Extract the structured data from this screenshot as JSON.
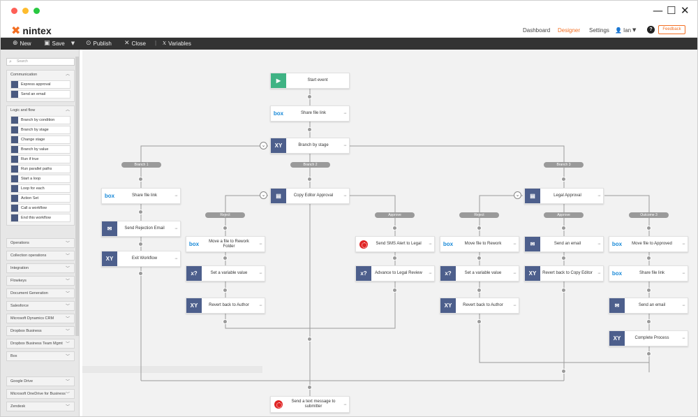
{
  "app": {
    "brand": "nintex"
  },
  "nav": {
    "dashboard": "Dashboard",
    "designer": "Designer",
    "settings": "Settings",
    "user": "Ian",
    "feedback": "Feedback"
  },
  "toolbar": {
    "new": "New",
    "save": "Save",
    "publish": "Publish",
    "close": "Close",
    "variables": "Variables"
  },
  "colors": {
    "accent": "#f36e21",
    "toolbar": "#333333",
    "node_icon": "#4d5f8c",
    "start_icon": "#3fb384",
    "pill": "#9a9a9a"
  },
  "sidebar": {
    "search_placeholder": "Search",
    "communication": {
      "title": "Communication",
      "items": [
        "Express approval",
        "Send an email"
      ]
    },
    "logic": {
      "title": "Logic and flow",
      "items": [
        "Branch by condition",
        "Branch by stage",
        "Change stage",
        "Branch by value",
        "Run if true",
        "Run parallel paths",
        "Start a loop",
        "Loop for each",
        "Action Set",
        "Call a workflow",
        "End this workflow"
      ]
    },
    "collapsed1": [
      "Operations",
      "Collection operations",
      "Integration",
      "Flowkeys",
      "Document Generation",
      "Salesforce",
      "Microsoft Dynamics CRM",
      "Dropbox Business",
      "Dropbox Business Team Mgmt",
      "Box"
    ],
    "collapsed2": [
      "Google Drive",
      "Microsoft OneDrive for Business",
      "Zendesk"
    ]
  },
  "flow": {
    "start": "Start event",
    "share1": "Share file link",
    "branch_stage": "Branch by stage",
    "branch_labels": [
      "Branch 1",
      "Branch 2",
      "Branch 3"
    ],
    "b1": [
      "Share file link",
      "Send Rejection Email",
      "Exit Workflow"
    ],
    "copy_editor": "Copy Editor Approval",
    "legal": "Legal Approval",
    "pills": {
      "reject": "Reject",
      "approve": "Approve",
      "outcome3": "Outcome 3"
    },
    "b2_reject": [
      "Move a file to Rework Folder",
      "Set a variable value",
      "Revert back to Author"
    ],
    "b2_approve": [
      "Send SMS Alert to Legal",
      "Advance to Legal Review"
    ],
    "b3_reject": [
      "Move file to Rework",
      "Set a variable value",
      "Revert back to Author"
    ],
    "b3_approve": [
      "Send an email",
      "Revert back to Copy Editor"
    ],
    "b3_outcome3": [
      "Move file to Approved",
      "Share file link",
      "Send an email",
      "Complete Process"
    ],
    "final": "Send a text message to submitter"
  }
}
